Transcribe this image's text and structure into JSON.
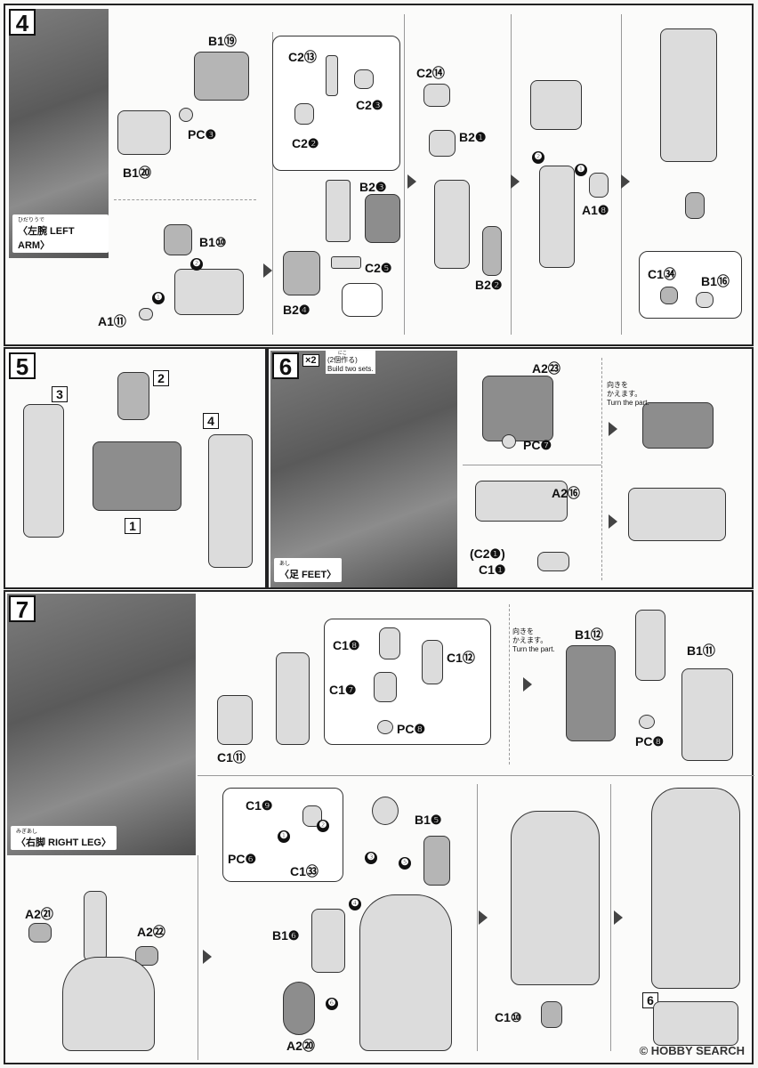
{
  "sections": {
    "s4": {
      "number": "4",
      "caption_ruby": "ひだりうで",
      "caption": "〈左腕 LEFT ARM〉",
      "labels": [
        "B1⑲",
        "PC❸",
        "B1⑳",
        "B1⑩",
        "A1⑪",
        "C2⑬",
        "C2❸",
        "C2❷",
        "B2❸",
        "C2❺",
        "B2❹",
        "C2⑭",
        "B2❶",
        "B2❷",
        "A1❽",
        "C1㉞",
        "B1⑯"
      ],
      "steps": [
        "❶",
        "❷"
      ]
    },
    "s5": {
      "number": "5",
      "boxes": [
        "3",
        "2",
        "4",
        "1"
      ]
    },
    "s6": {
      "number": "6",
      "multiplier": "×2",
      "ruby": "にこ",
      "note_jp": "(2個作る)",
      "note_en": "Build two sets.",
      "caption_ruby": "あし",
      "caption": "〈足 FEET〉",
      "labels": [
        "A2㉓",
        "PC❼",
        "A2⑯",
        "(C2❶)",
        "C1❶"
      ],
      "turn_jp": "向きを\nかえます。",
      "turn_en": "Turn the part."
    },
    "s7": {
      "number": "7",
      "caption_ruby": "みぎあし",
      "caption": "〈右脚 RIGHT LEG〉",
      "labels": [
        "C1❽",
        "C1⑫",
        "C1❼",
        "PC❽",
        "C1⑪",
        "B1⑫",
        "B1⑪",
        "PC❽",
        "C1❾",
        "PC❻",
        "C1㉝",
        "B1❺",
        "B1❻",
        "A2㉑",
        "A2㉒",
        "A2⑳",
        "C1⑩"
      ],
      "steps": [
        "❶",
        "❷",
        "❸",
        "❹",
        "❺",
        "❻"
      ],
      "turn_jp": "向きを\nかえます。",
      "turn_en": "Turn the part.",
      "ref_box": "6"
    }
  },
  "watermark": "© HOBBY SEARCH"
}
